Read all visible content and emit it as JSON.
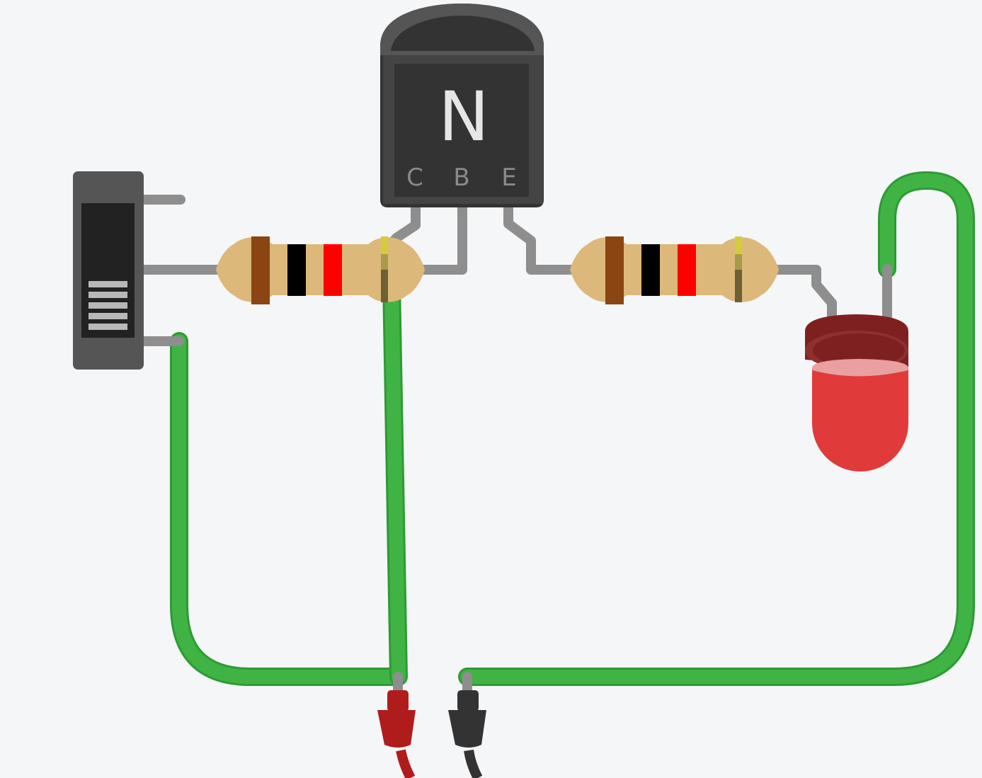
{
  "transistor": {
    "type_label": "N",
    "pins": {
      "collector": "C",
      "base": "B",
      "emitter": "E"
    }
  },
  "resistors": [
    {
      "name": "resistor-1",
      "bands": [
        "#8b4513",
        "#000000",
        "#ff0000",
        "#c8b43c"
      ]
    },
    {
      "name": "resistor-2",
      "bands": [
        "#8b4513",
        "#000000",
        "#ff0000",
        "#c8b43c"
      ]
    }
  ],
  "colors": {
    "background": "#f4f6f8",
    "wire_green": "#3fb444",
    "wire_green_edge": "#2e9a34",
    "lead_gray": "#8e8e8e",
    "resistor_body": "#dcb87a",
    "transistor_body": "#333333",
    "transistor_rim": "#555555",
    "led_red": "#e03a3a",
    "led_dark": "#7f2020",
    "probe_red": "#b01c1c",
    "probe_black": "#333333",
    "switch_body": "#555555"
  },
  "components": {
    "switch": "slide-switch",
    "led": "red-led",
    "probes": [
      "red-probe",
      "black-probe"
    ]
  }
}
